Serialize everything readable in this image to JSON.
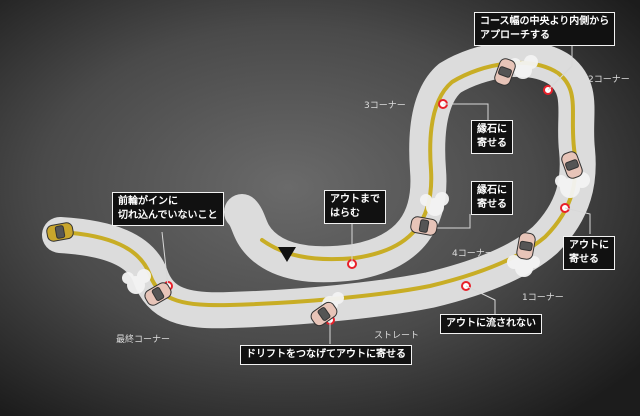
{
  "colors": {
    "track": "#dcdcdc",
    "racing_line": "#c8ad25",
    "marker": "#e8202a",
    "callout_bg": "#111111",
    "callout_border": "#f2f2f2",
    "car_pink": "#e7c4b8",
    "car_yellow": "#c9a62c",
    "smoke": "#f4f4f4"
  },
  "callouts": {
    "approach": [
      "コース幅の中央より内側から",
      "アプローチする"
    ],
    "curb_upper": [
      "縁石に",
      "寄せる"
    ],
    "curb_lower": [
      "縁石に",
      "寄せる"
    ],
    "swell_out": [
      "アウトまで",
      "はらむ"
    ],
    "front_wheels": [
      "前輪がインに",
      "切れ込んでいないこと"
    ],
    "outside_right": [
      "アウトに",
      "寄せる"
    ],
    "no_drift_out": "アウトに流されない",
    "drift_connect": "ドリフトをつなげてアウトに寄せる"
  },
  "labels": {
    "corner2": "2コーナー",
    "corner3": "3コーナー",
    "corner4": "4コーナー",
    "corner1": "1コーナー",
    "final_corner": "最終コーナー",
    "straight": "ストレート"
  },
  "icons": {
    "direction": "direction-arrow-icon",
    "apex": "apex-marker-icon",
    "car": "car-icon",
    "smoke": "tire-smoke-icon"
  }
}
